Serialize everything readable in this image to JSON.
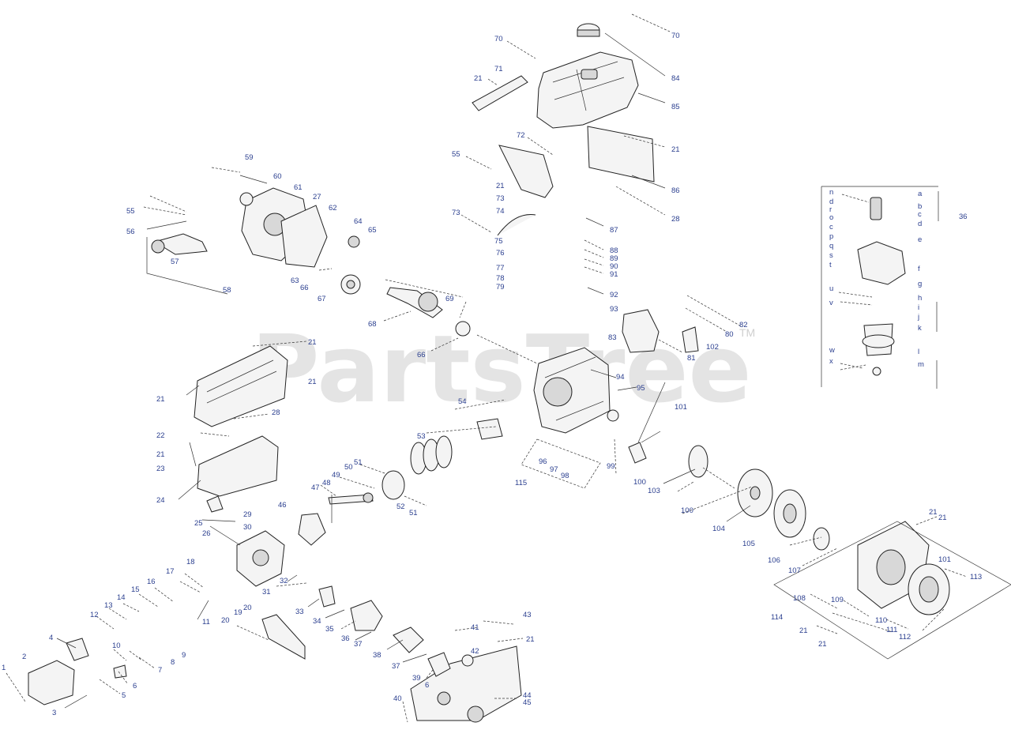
{
  "watermark": {
    "text": "PartsTree",
    "trademark": "TM"
  },
  "labels": {
    "l70a": "70",
    "l70b": "70",
    "l71": "71",
    "l21a": "21",
    "l84": "84",
    "l85": "85",
    "l72": "72",
    "l55a": "55",
    "l21b": "21",
    "l73a": "73",
    "l74": "74",
    "l73b": "73",
    "l75": "75",
    "l76": "76",
    "l77": "77",
    "l78": "78",
    "l79": "79",
    "l86": "86",
    "l21c": "21",
    "l28a": "28",
    "l87": "87",
    "l88": "88",
    "l89": "89",
    "l90": "90",
    "l91": "91",
    "l92": "92",
    "l93": "93",
    "l59": "59",
    "l60": "60",
    "l61": "61",
    "l27": "27",
    "l62": "62",
    "l64": "64",
    "l65": "65",
    "l55b": "55",
    "l56": "56",
    "l57": "57",
    "l58": "58",
    "l63": "63",
    "l66a": "66",
    "l67": "67",
    "l69": "69",
    "l68": "68",
    "l66b": "66",
    "l82": "82",
    "l80": "80",
    "l83": "83",
    "l102": "102",
    "l81": "81",
    "l21d": "21",
    "l21e": "21",
    "l21f": "21",
    "l94": "94",
    "l95": "95",
    "l22": "22",
    "l28b": "28",
    "l21g": "21",
    "l101a": "101",
    "l23": "23",
    "l24": "24",
    "l54": "54",
    "l53": "53",
    "l51a": "51",
    "l50": "50",
    "l49": "49",
    "l48": "48",
    "l47": "47",
    "l52": "52",
    "l51b": "51",
    "l96": "96",
    "l97": "97",
    "l98": "98",
    "l115": "115",
    "l99": "99",
    "l100a": "100",
    "l103": "103",
    "l100b": "100",
    "l104": "104",
    "l105": "105",
    "l106": "106",
    "l25": "25",
    "l26": "26",
    "l29": "29",
    "l30": "30",
    "l46": "46",
    "l18": "18",
    "l17": "17",
    "l16": "16",
    "l15": "15",
    "l14": "14",
    "l13": "13",
    "l12": "12",
    "l11": "11",
    "l31": "31",
    "l32": "32",
    "l33": "33",
    "l34": "34",
    "l35": "35",
    "l36a": "36",
    "l37a": "37",
    "l38": "38",
    "l37b": "37",
    "l20a": "20",
    "l19": "19",
    "l20b": "20",
    "l4": "4",
    "l10": "10",
    "l9": "9",
    "l8": "8",
    "l7": "7",
    "l6a": "6",
    "l5": "5",
    "l2": "2",
    "l1": "1",
    "l3": "3",
    "l43": "43",
    "l41": "41",
    "l21h": "21",
    "l42": "42",
    "l39": "39",
    "l6b": "6",
    "l40": "40",
    "l44": "44",
    "l45": "45",
    "l21i": "21",
    "l21j": "21",
    "l107": "107",
    "l101b": "101",
    "l113": "113",
    "l108": "108",
    "l109": "109",
    "l114": "114",
    "l110": "110",
    "l21k": "21",
    "l111": "111",
    "l112": "112",
    "l21l": "21",
    "l36b": "36"
  },
  "carb_letters": {
    "n": "n",
    "d1": "d",
    "r": "r",
    "o": "o",
    "c1": "c",
    "p": "p",
    "q": "q",
    "s": "s",
    "t": "t",
    "u": "u",
    "v": "v",
    "w": "w",
    "x": "x",
    "a": "a",
    "b": "b",
    "c2": "c",
    "d2": "d",
    "e": "e",
    "f": "f",
    "g": "g",
    "h": "h",
    "i": "i",
    "j": "j",
    "k": "k",
    "l": "l",
    "m": "m"
  }
}
